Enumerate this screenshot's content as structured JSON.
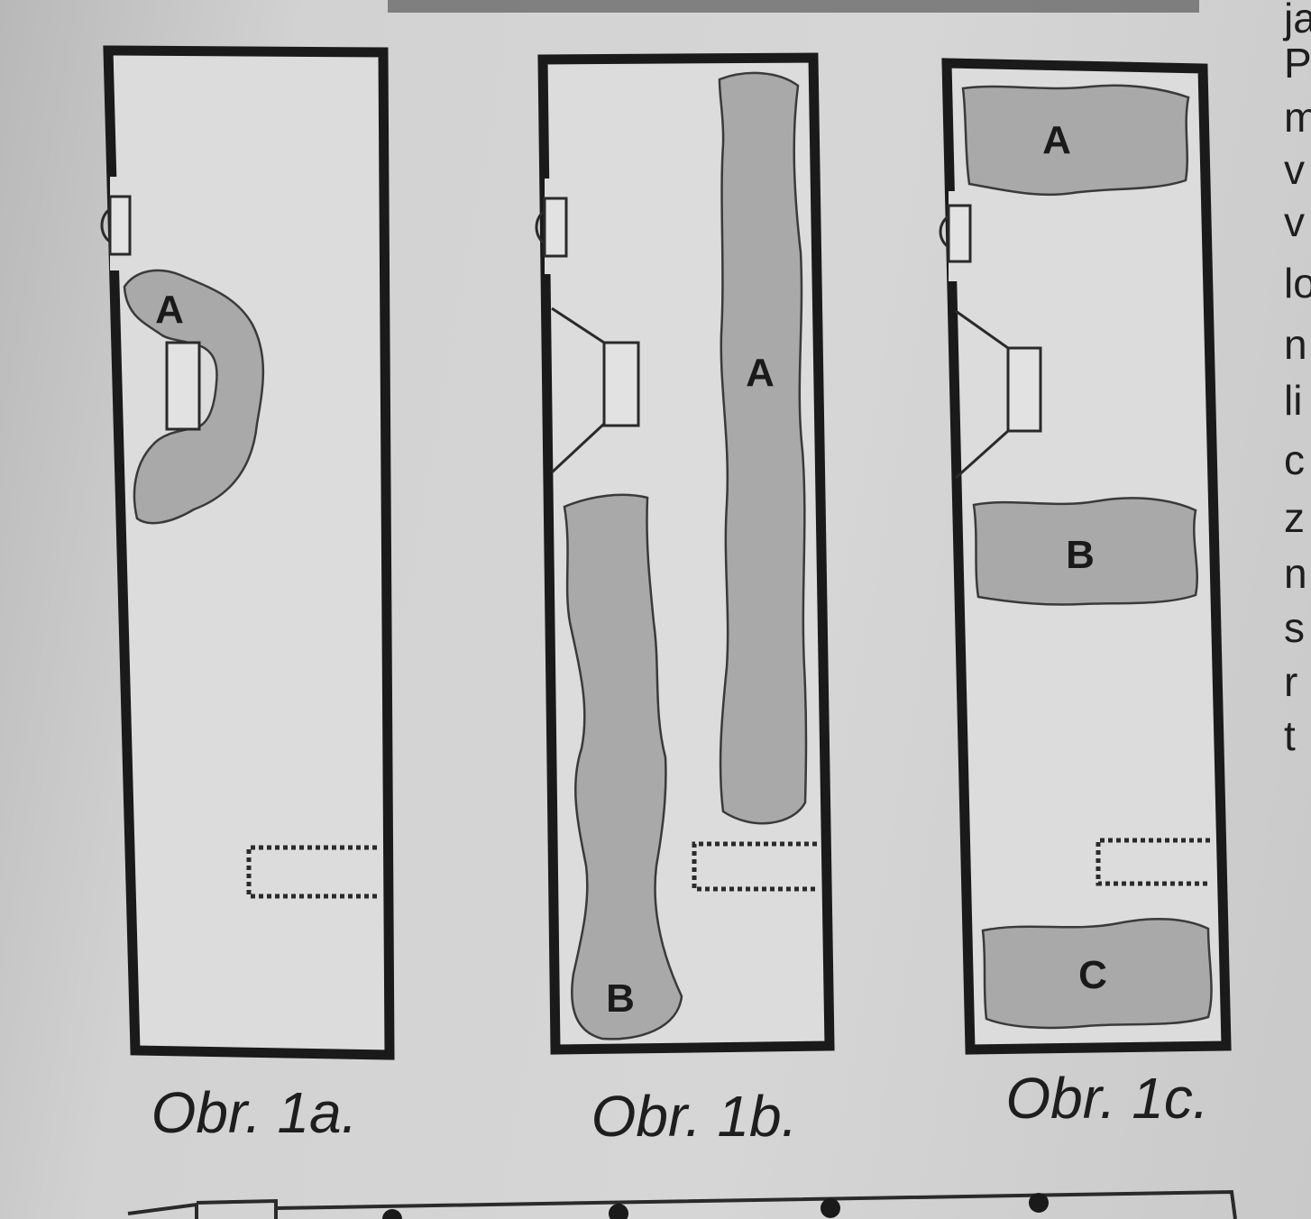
{
  "figures": [
    {
      "caption": "Obr. 1a.",
      "zones": [
        "A"
      ]
    },
    {
      "caption": "Obr. 1b.",
      "zones": [
        "A",
        "B"
      ]
    },
    {
      "caption": "Obr. 1c.",
      "zones": [
        "A",
        "B",
        "C"
      ]
    }
  ],
  "right_margin_fragments": [
    "ja",
    "P",
    "m",
    "v",
    "v",
    "lo",
    "n",
    "li",
    "c",
    "z",
    "n",
    "s",
    "r",
    "t"
  ],
  "colors": {
    "page": "#d2d2d2",
    "frame": "#1a1a1a",
    "zone_fill": "#a9a9a9"
  }
}
